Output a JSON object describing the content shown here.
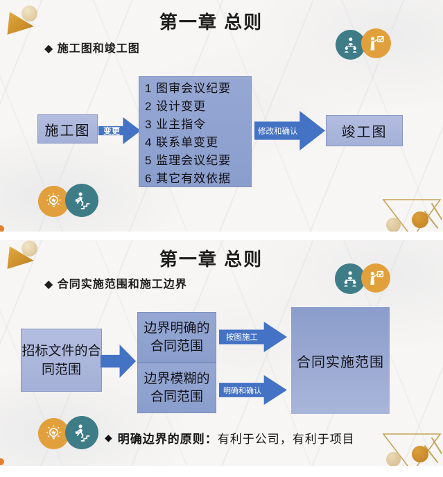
{
  "slide1": {
    "title": "第一章 总则",
    "bullet": "◆ 施工图和竣工图",
    "start_box": "施工图",
    "arrow_change": "变更",
    "basis_list": [
      "1 图审会议纪要",
      "2 设计变更",
      "3 业主指令",
      "4 联系单变更",
      "5 监理会议纪要",
      "6 其它有效依据"
    ],
    "arrow_confirm": "修改和确认",
    "end_box": "竣工图"
  },
  "slide2": {
    "title": "第一章 总则",
    "bullet": "◆ 合同实施范围和施工边界",
    "left_box": "招标文件的合同范围",
    "mid_box_top": "边界明确的合同范围",
    "mid_box_bottom": "边界模糊的合同范围",
    "arrow_top": "按图施工",
    "arrow_bottom": "明确和确认",
    "right_box": "合同实施范围",
    "footer_bullet": "◆",
    "footer_bold": "明确边界的原则：",
    "footer_text": "有利于公司，有利于项目"
  },
  "icons": {
    "top_right": [
      "team-hierarchy-icon",
      "presenter-checkbox-icon"
    ],
    "bottom_left": [
      "lightbulb-icon",
      "person-climbing-stairs-icon"
    ]
  },
  "colors": {
    "arrow_blue": "#4472c4",
    "box_light_blue": "#aab6dc",
    "box_mid_blue": "#8c9fce",
    "teal_icon_bg": "#3e7d87",
    "orange_icon_bg": "#e2a03c",
    "gold_decor": "#c7a258",
    "title_text": "#1d1d1d"
  }
}
